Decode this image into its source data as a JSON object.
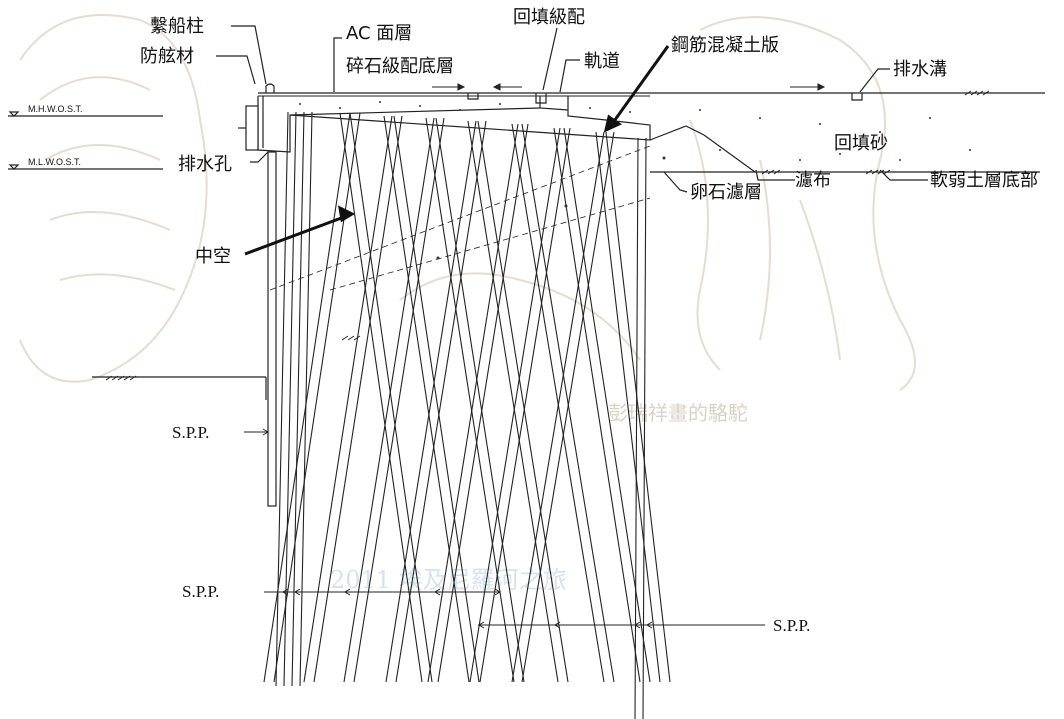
{
  "labels": {
    "mooring_post": "繫船柱",
    "fender": "防舷材",
    "ac_surface": "AC 面層",
    "gravel_base": "碎石級配底層",
    "backfill_grading": "回填級配",
    "rail": "軌道",
    "rc_slab": "鋼筋混凝土版",
    "drain_ditch": "排水溝",
    "backfill_sand": "回填砂",
    "filter_cloth": "濾布",
    "soft_soil_bottom": "軟弱土層底部",
    "pebble_filter": "卵石濾層",
    "drain_hole": "排水孔",
    "hollow": "中空",
    "mhwost": "M.H.W.O.S.T.",
    "mlwost": "M.L.W.O.S.T.",
    "spp_1": "S.P.P.",
    "spp_2": "S.P.P.",
    "spp_3": "S.P.P."
  },
  "watermark": {
    "caption": "彭瑞祥畫的駱駝",
    "title": "2011 埃及尼羅河之旅"
  }
}
